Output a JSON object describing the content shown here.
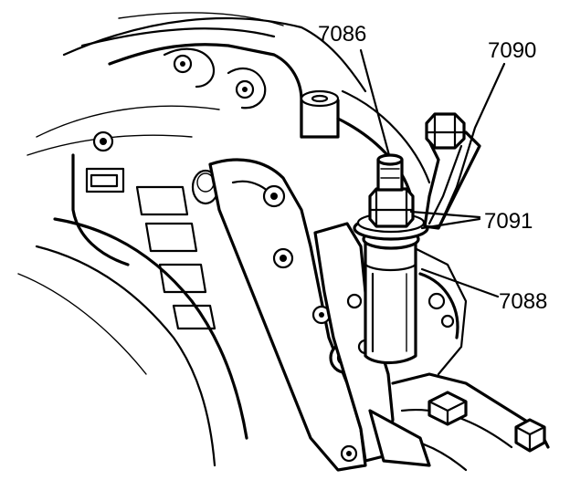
{
  "callouts": {
    "c7086": "7086",
    "c7090": "7090",
    "c7091": "7091",
    "c7088": "7088"
  },
  "colors": {
    "ink": "#000000",
    "paper": "#ffffff"
  }
}
